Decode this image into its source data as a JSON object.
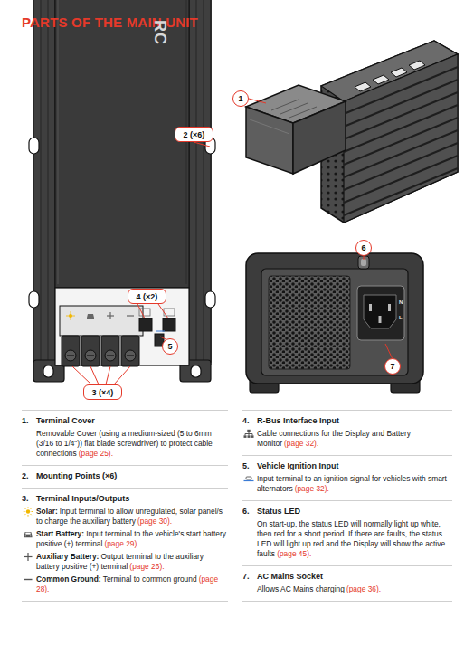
{
  "diagram": {
    "title": "PARTS OF THE MAIN UNIT",
    "nodes": [
      {
        "text": [
          "1"
        ]
      },
      {
        "text": [
          "2 (×6)"
        ]
      },
      {
        "text": [
          "6"
        ]
      },
      {
        "text": [
          "4 (×2)"
        ]
      },
      {
        "text": [
          "5"
        ]
      },
      {
        "text": [
          "7"
        ]
      },
      {
        "text": [
          "3 (×4)"
        ]
      }
    ],
    "labels": [
      "RC",
      "N",
      "L",
      "1.",
      "Terminal Cover",
      "Removable Cover (using a medium-sized (5 to 6mm (3/16 to 1/4\")) flat blade screwdriver) to protect cable connections",
      "(page 25).",
      "2.",
      "Mounting Points (×6)",
      "3.",
      "Terminal Inputs/Outputs",
      "Solar:",
      "Input terminal to allow unregulated, solar panel/s to charge the auxiliary battery",
      "(page 30).",
      "Start Battery:",
      "Input terminal to the vehicle's start battery positive (+) terminal",
      "(page 29).",
      "Auxiliary Battery:",
      "Output terminal to the auxiliary battery positive (+) terminal",
      "(page 26).",
      "Common Ground:",
      "Terminal to common ground",
      "(page 28).",
      "4.",
      "R-Bus Interface Input",
      "Cable connections for the Display and Battery Monitor",
      "(page 32).",
      "5.",
      "Vehicle Ignition Input",
      "Input terminal to an ignition signal for vehicles with smart alternators",
      "(page 32).",
      "6.",
      "Status LED",
      "On start-up, the status LED will normally light up white, then red for a short period. If there are faults, the status LED will light up red and the Display will show the active faults",
      "(page 45).",
      "7.",
      "AC Mains Socket",
      "Allows AC Mains charging",
      "(page 36)."
    ]
  }
}
